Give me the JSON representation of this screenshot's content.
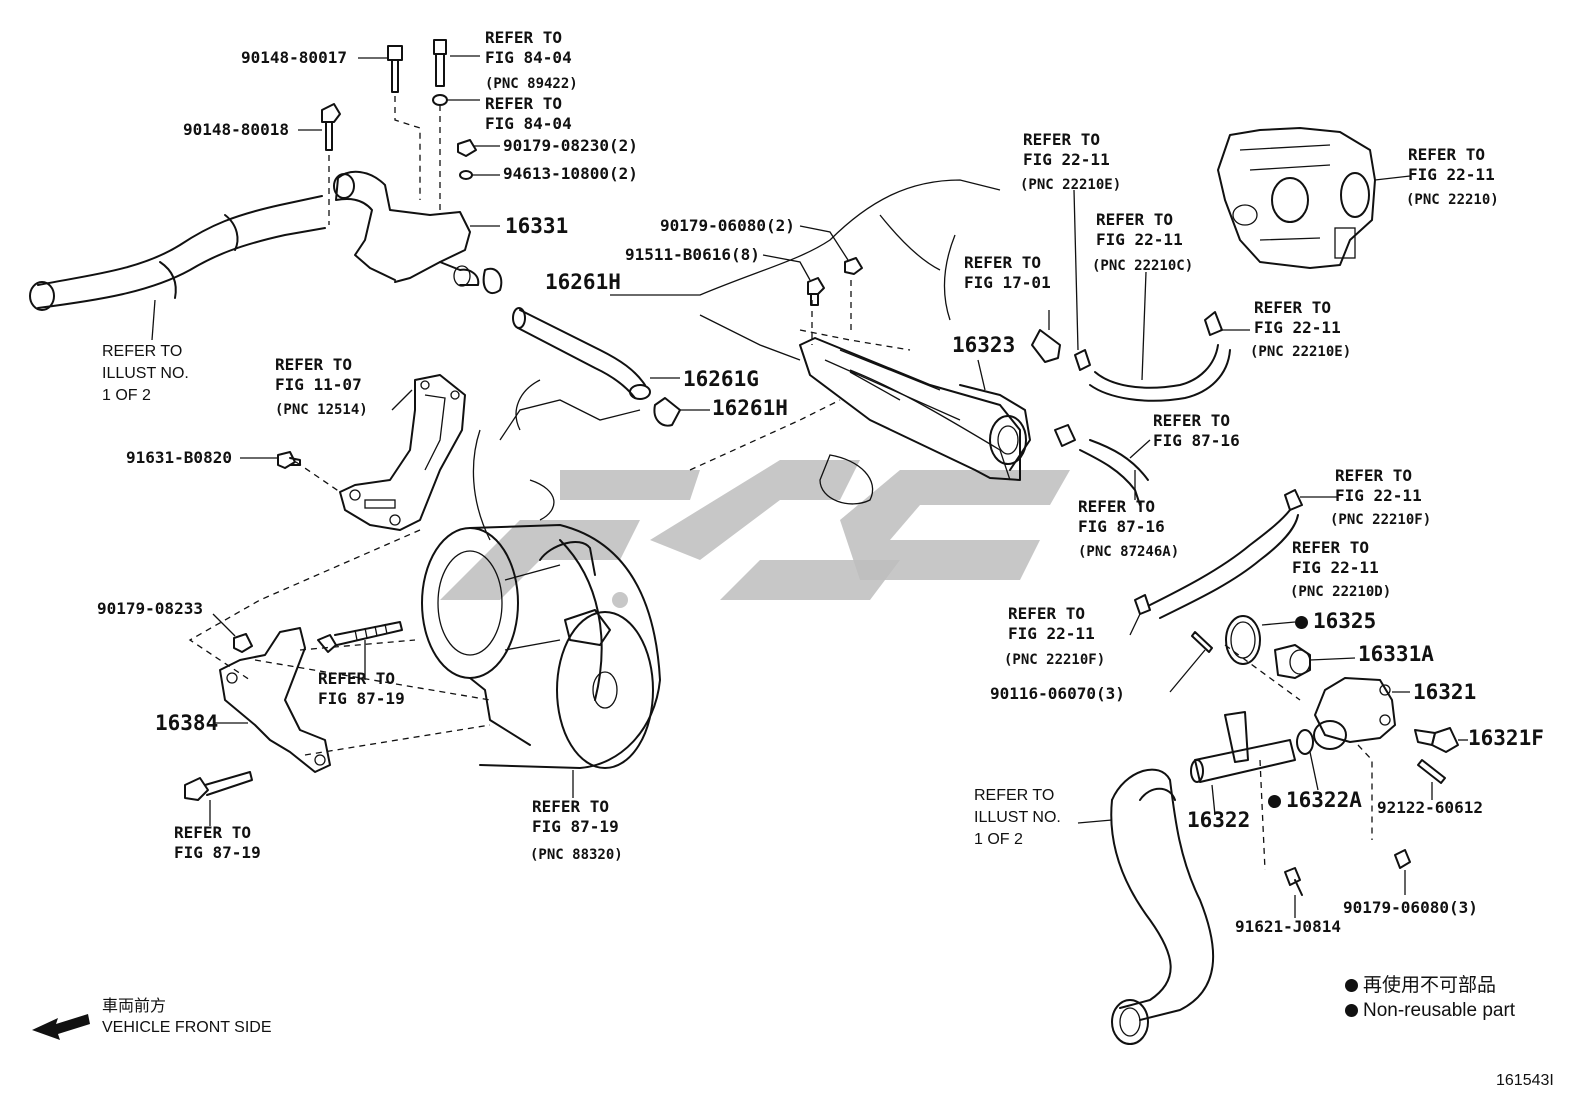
{
  "callouts": [
    {
      "id": "p90148_80017",
      "text": "90148-80017",
      "size": "n"
    },
    {
      "id": "ref_84_04_a",
      "text": "REFER TO\nFIG 84-04",
      "size": "n"
    },
    {
      "id": "pnc_89422",
      "text": "(PNC 89422)",
      "size": "sm"
    },
    {
      "id": "ref_84_04_b",
      "text": "REFER TO\nFIG 84-04",
      "size": "n"
    },
    {
      "id": "p90179_08230",
      "text": "90179-08230(2)",
      "size": "n"
    },
    {
      "id": "p94613_10800",
      "text": "94613-10800(2)",
      "size": "n"
    },
    {
      "id": "p90148_80018",
      "text": "90148-80018",
      "size": "n"
    },
    {
      "id": "p16331",
      "text": "16331",
      "size": "big"
    },
    {
      "id": "p16261H_a",
      "text": "16261H",
      "size": "big"
    },
    {
      "id": "ref_illust_1",
      "text": "REFER TO\nILLUST NO.\n1 OF 2",
      "size": "sans"
    },
    {
      "id": "ref_11_07",
      "text": "REFER TO\nFIG 11-07",
      "size": "n"
    },
    {
      "id": "pnc_12514",
      "text": "(PNC 12514)",
      "size": "sm"
    },
    {
      "id": "p16261G",
      "text": "16261G",
      "size": "big"
    },
    {
      "id": "p16261H_b",
      "text": "16261H",
      "size": "big"
    },
    {
      "id": "p91631_B0820",
      "text": "91631-B0820",
      "size": "n"
    },
    {
      "id": "p90179_06080_2",
      "text": "90179-06080(2)",
      "size": "n"
    },
    {
      "id": "p91511_B0616",
      "text": "91511-B0616(8)",
      "size": "n"
    },
    {
      "id": "ref_22_11_a",
      "text": "REFER TO\nFIG 22-11",
      "size": "n"
    },
    {
      "id": "pnc_22210E_a",
      "text": "(PNC 22210E)",
      "size": "sm"
    },
    {
      "id": "ref_22_11_b",
      "text": "REFER TO\nFIG 22-11",
      "size": "n"
    },
    {
      "id": "pnc_22210C",
      "text": "(PNC 22210C)",
      "size": "sm"
    },
    {
      "id": "ref_22_11_c",
      "text": "REFER TO\nFIG 22-11",
      "size": "n"
    },
    {
      "id": "pnc_22210",
      "text": "(PNC 22210)",
      "size": "sm"
    },
    {
      "id": "ref_17_01",
      "text": "REFER TO\nFIG 17-01",
      "size": "n"
    },
    {
      "id": "p16323",
      "text": "16323",
      "size": "big"
    },
    {
      "id": "ref_22_11_d",
      "text": "REFER TO\nFIG 22-11",
      "size": "n"
    },
    {
      "id": "pnc_22210E_b",
      "text": "(PNC 22210E)",
      "size": "sm"
    },
    {
      "id": "ref_87_16_a",
      "text": "REFER TO\nFIG 87-16",
      "size": "n"
    },
    {
      "id": "ref_87_16_b",
      "text": "REFER TO\nFIG 87-16",
      "size": "n"
    },
    {
      "id": "pnc_87246A",
      "text": "(PNC 87246A)",
      "size": "sm"
    },
    {
      "id": "ref_22_11_e",
      "text": "REFER TO\nFIG 22-11",
      "size": "n"
    },
    {
      "id": "pnc_22210F_a",
      "text": "(PNC 22210F)",
      "size": "sm"
    },
    {
      "id": "ref_22_11_f",
      "text": "REFER TO\nFIG 22-11",
      "size": "n"
    },
    {
      "id": "pnc_22210D",
      "text": "(PNC 22210D)",
      "size": "sm"
    },
    {
      "id": "ref_22_11_g",
      "text": "REFER TO\nFIG 22-11",
      "size": "n"
    },
    {
      "id": "pnc_22210F_b",
      "text": "(PNC 22210F)",
      "size": "sm"
    },
    {
      "id": "p16325",
      "text": "16325",
      "size": "big",
      "nonreusable": true
    },
    {
      "id": "p16331A",
      "text": "16331A",
      "size": "big"
    },
    {
      "id": "p16321",
      "text": "16321",
      "size": "big"
    },
    {
      "id": "p16321F",
      "text": "16321F",
      "size": "big"
    },
    {
      "id": "p90116_06070",
      "text": "90116-06070(3)",
      "size": "n"
    },
    {
      "id": "p90179_08233",
      "text": "90179-08233",
      "size": "n"
    },
    {
      "id": "ref_87_19_a",
      "text": "REFER TO\nFIG 87-19",
      "size": "n"
    },
    {
      "id": "p16384",
      "text": "16384",
      "size": "big"
    },
    {
      "id": "ref_87_19_b",
      "text": "REFER TO\nFIG 87-19",
      "size": "n"
    },
    {
      "id": "ref_87_19_c",
      "text": "REFER TO\nFIG 87-19",
      "size": "n"
    },
    {
      "id": "pnc_88320",
      "text": "(PNC 88320)",
      "size": "sm"
    },
    {
      "id": "ref_illust_2",
      "text": "REFER TO\nILLUST NO.\n1 OF 2",
      "size": "sans"
    },
    {
      "id": "p16322",
      "text": "16322",
      "size": "big"
    },
    {
      "id": "p16322A",
      "text": "16322A",
      "size": "big",
      "nonreusable": true
    },
    {
      "id": "p92122_60612",
      "text": "92122-60612",
      "size": "n"
    },
    {
      "id": "p91621_J0814",
      "text": "91621-J0814",
      "size": "n"
    },
    {
      "id": "p90179_06080_3",
      "text": "90179-06080(3)",
      "size": "n"
    }
  ],
  "legend": {
    "jp": "再使用不可部品",
    "en": "Non-reusable part"
  },
  "direction": {
    "jp": "車両前方",
    "en": "VEHICLE FRONT SIDE"
  },
  "illustration_id": "161543I",
  "colors": {
    "ink": "#111111",
    "watermark": "#bdbdbd",
    "background": "#ffffff"
  }
}
